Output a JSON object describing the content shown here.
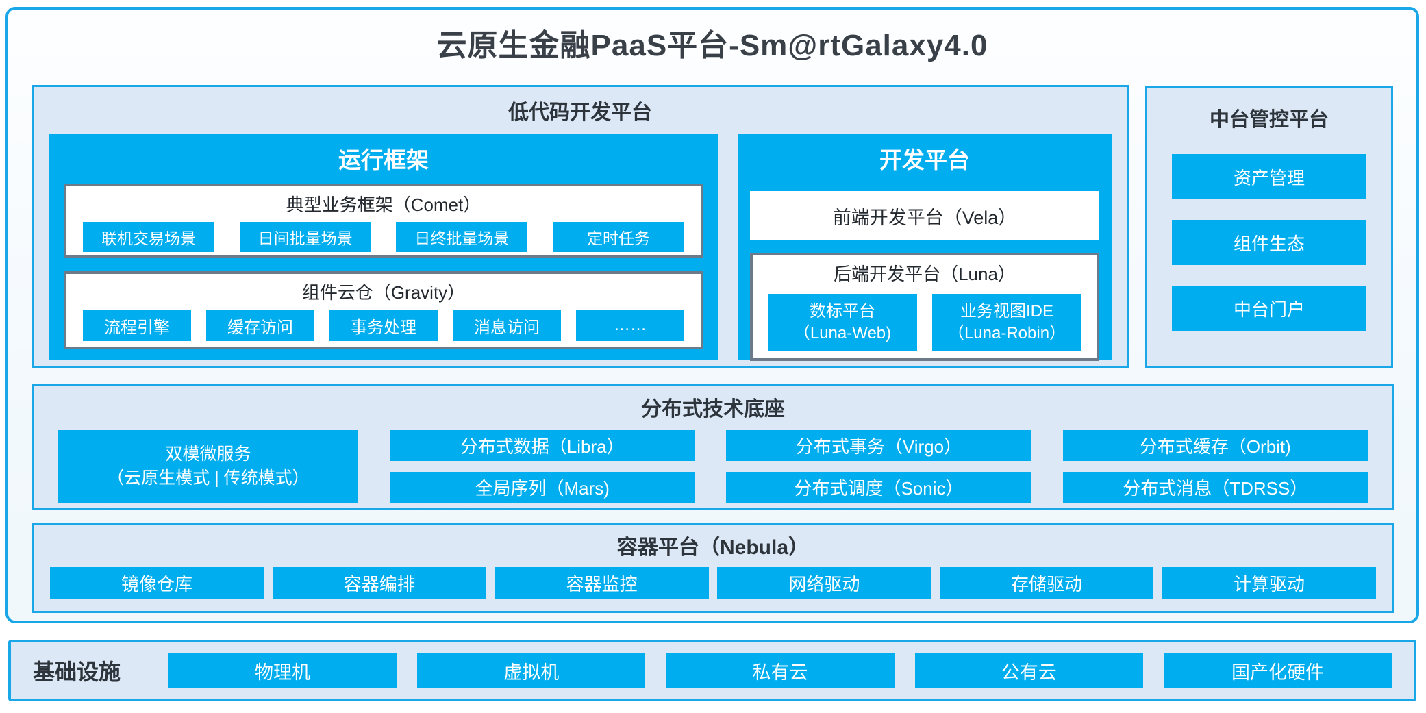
{
  "title": "云原生金融PaaS平台-Sm@rtGalaxy4.0",
  "colors": {
    "accent_blue": "#00AEEF",
    "panel_background": "#DCE8F5",
    "panel_border_blue": "#1AA7E8",
    "box_border_gray": "#6C7A8A",
    "dark_text": "#333A42"
  },
  "lowcode": {
    "header": "低代码开发平台",
    "runtime": {
      "title": "运行框架",
      "comet": {
        "title": "典型业务框架（Comet）",
        "items": [
          "联机交易场景",
          "日间批量场景",
          "日终批量场景",
          "定时任务"
        ]
      },
      "gravity": {
        "title": "组件云仓（Gravity）",
        "items": [
          "流程引擎",
          "缓存访问",
          "事务处理",
          "消息访问",
          "……"
        ]
      }
    },
    "dev": {
      "title": "开发平台",
      "vela": "前端开发平台（Vela）",
      "luna": {
        "title": "后端开发平台（Luna）",
        "items": [
          {
            "line1": "数标平台",
            "line2": "（Luna-Web)"
          },
          {
            "line1": "业务视图IDE",
            "line2": "（Luna-Robin）"
          }
        ]
      }
    }
  },
  "midplatform": {
    "title": "中台管控平台",
    "items": [
      "资产管理",
      "组件生态",
      "中台门户"
    ]
  },
  "distributed": {
    "title": "分布式技术底座",
    "dual": {
      "line1": "双模微服务",
      "line2": "（云原生模式 | 传统模式）"
    },
    "columns": [
      [
        "分布式数据（Libra）",
        "全局序列（Mars)"
      ],
      [
        "分布式事务（Virgo）",
        "分布式调度（Sonic）"
      ],
      [
        "分布式缓存（Orbit)",
        "分布式消息（TDRSS）"
      ]
    ]
  },
  "container": {
    "title": "容器平台（Nebula）",
    "items": [
      "镜像仓库",
      "容器编排",
      "容器监控",
      "网络驱动",
      "存储驱动",
      "计算驱动"
    ]
  },
  "infrastructure": {
    "label": "基础设施",
    "items": [
      "物理机",
      "虚拟机",
      "私有云",
      "公有云",
      "国产化硬件"
    ]
  }
}
